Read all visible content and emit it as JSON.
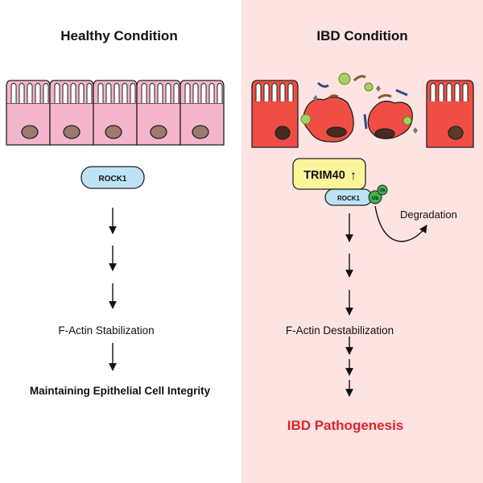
{
  "healthy": {
    "title": "Healthy Condition",
    "protein_label": "ROCK1",
    "stabilization_label": "F-Actin Stabilization",
    "outcome_label": "Maintaining Epithelial Cell Integrity"
  },
  "ibd": {
    "title": "IBD Condition",
    "trim_label": "TRIM40",
    "trim_arrow": "↑",
    "protein_label": "ROCK1",
    "ub_label": "Ub",
    "degradation_label": "Degradation",
    "destabilization_label": "F-Actin Destabilization",
    "outcome_label": "IBD Pathogenesis"
  },
  "colors": {
    "ibd_background": "#fde3e2",
    "healthy_cell": "#f4b6cc",
    "inflamed_cell": "#f04e45",
    "rock1_fill": "#bfe3f6",
    "trim40_fill": "#fdf59c",
    "ubiquitin": "#3fb34a",
    "pathogenesis_text": "#e0222b"
  }
}
